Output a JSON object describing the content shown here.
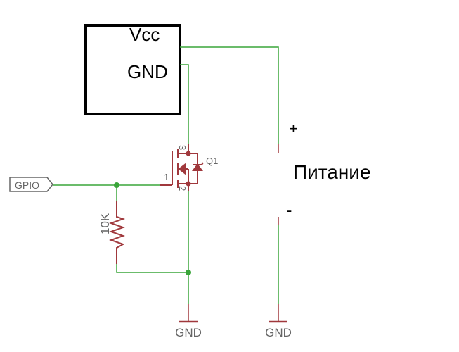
{
  "module": {
    "vcc_label": "Vcc",
    "gnd_label": "GND"
  },
  "gpio": {
    "label": "GPIO"
  },
  "resistor": {
    "value": "10K"
  },
  "mosfet": {
    "name": "Q1",
    "pin_gate": "1",
    "pin_source": "2",
    "pin_drain": "3"
  },
  "power": {
    "plus": "+",
    "minus": "-",
    "label": "Питание"
  },
  "grounds": [
    {
      "label": "GND"
    },
    {
      "label": "GND"
    }
  ],
  "colors": {
    "wire": "#3aa53a",
    "component": "#a0383c",
    "label": "#666666"
  }
}
